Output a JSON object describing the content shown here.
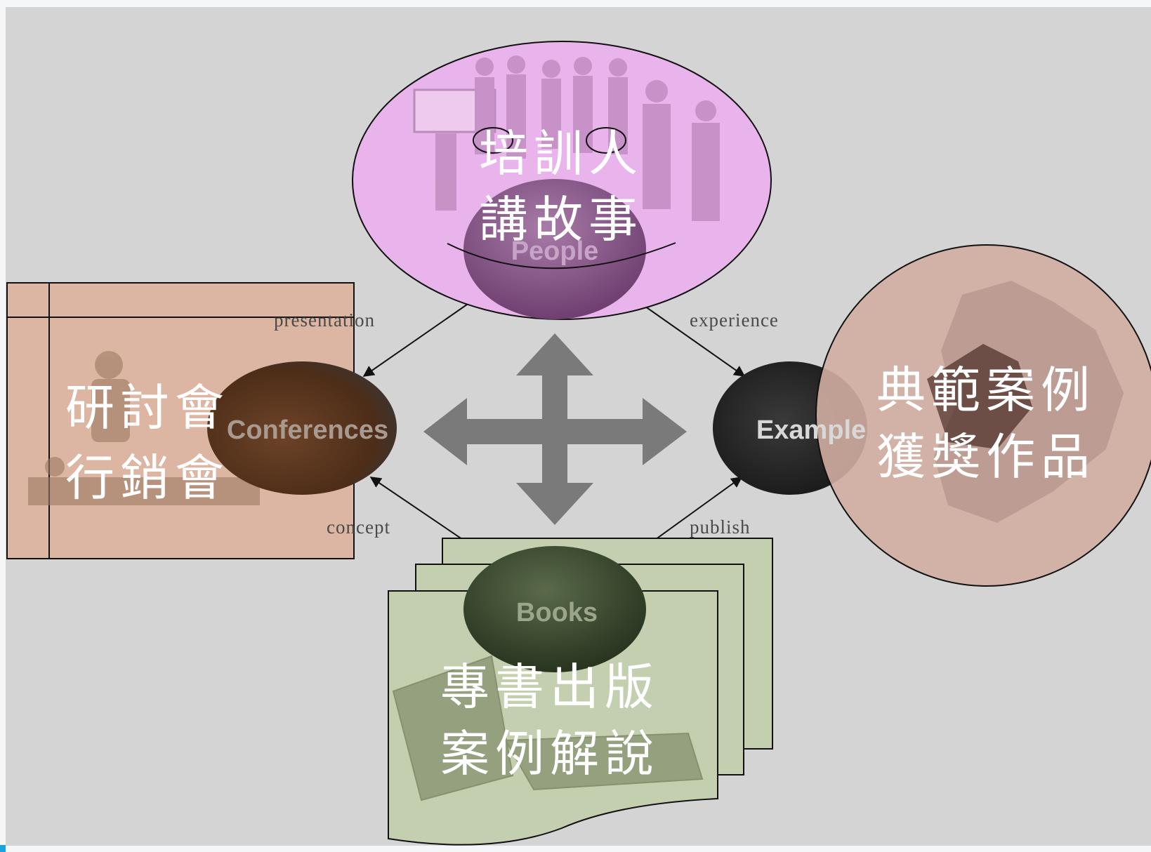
{
  "colors": {
    "backdrop": "#d4d4d4",
    "people_overlay": "#e9b4ec",
    "conferences_overlay": "#dcb6a2",
    "example_overlay": "#d2aea2",
    "books_overlay": "#c3cfae",
    "arrow_gray": "#777777"
  },
  "nodes": {
    "people": "People",
    "conferences": "Conferences",
    "example": "Example",
    "books": "Books"
  },
  "edges": {
    "presentation": "presentation",
    "experience": "experience",
    "concept": "concept",
    "publish": "publish"
  },
  "callouts": {
    "people": {
      "line1": "培訓人",
      "line2": "講故事"
    },
    "conferences": {
      "line1": "研討會",
      "line2": "行銷會"
    },
    "example": {
      "line1": "典範案例",
      "line2": "獲獎作品"
    },
    "books": {
      "line1": "專書出版",
      "line2": "案例解說"
    }
  }
}
